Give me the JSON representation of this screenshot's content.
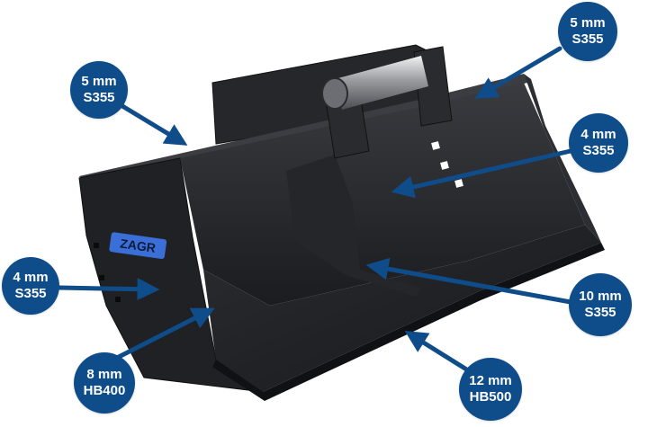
{
  "brand": {
    "logo_text": "ZAGR",
    "accent_color": "#0f4c8a",
    "logo_color": "#3a6fd8",
    "body_color": "#1c1d20"
  },
  "callouts": [
    {
      "id": "top-left",
      "thickness": "5 mm",
      "material": "S355"
    },
    {
      "id": "top-right",
      "thickness": "5 mm",
      "material": "S355"
    },
    {
      "id": "right-upper",
      "thickness": "4 mm",
      "material": "S355"
    },
    {
      "id": "left-middle",
      "thickness": "4 mm",
      "material": "S355"
    },
    {
      "id": "right-lower",
      "thickness": "10 mm",
      "material": "S355"
    },
    {
      "id": "bottom-left",
      "thickness": "8 mm",
      "material": "HB400"
    },
    {
      "id": "bottom-middle",
      "thickness": "12 mm",
      "material": "HB500"
    }
  ]
}
